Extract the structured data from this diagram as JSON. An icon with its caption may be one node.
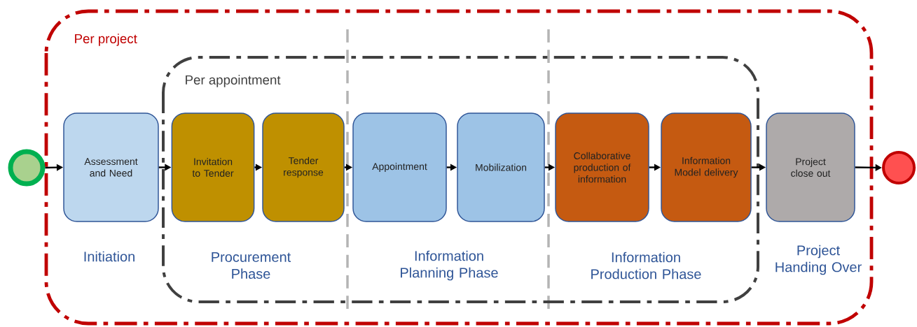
{
  "diagram": {
    "nodes": [
      {
        "text": [
          "Per project"
        ]
      },
      {
        "text": [
          "Per appointment"
        ],
        "in": 0
      },
      {
        "text": [],
        "shape": "circle"
      },
      {
        "text": [
          "Assessment and Need"
        ],
        "in": 0
      },
      {
        "text": [
          "Invitation to Tender"
        ],
        "in": 1
      },
      {
        "text": [
          "Tender response"
        ],
        "in": 1
      },
      {
        "text": [
          "Appointment"
        ],
        "in": 1
      },
      {
        "text": [
          "Mobilization"
        ],
        "in": 1
      },
      {
        "text": [
          "Collaborative production of information"
        ],
        "in": 1
      },
      {
        "text": [
          "Information Model delivery"
        ],
        "in": 1
      },
      {
        "text": [
          "Project close out"
        ],
        "in": 0
      },
      {
        "text": [],
        "shape": "circle"
      }
    ],
    "edges": [
      {
        "from": 2,
        "to": 3,
        "arrow": "to"
      },
      {
        "from": 3,
        "to": 4,
        "arrow": "to"
      },
      {
        "from": 4,
        "to": 5,
        "arrow": "to"
      },
      {
        "from": 5,
        "to": 6,
        "arrow": "to"
      },
      {
        "from": 6,
        "to": 7,
        "arrow": "to"
      },
      {
        "from": 7,
        "to": 8,
        "arrow": "to"
      },
      {
        "from": 8,
        "to": 9,
        "arrow": "to"
      },
      {
        "from": 9,
        "to": 10,
        "arrow": "to"
      },
      {
        "from": 10,
        "to": 11,
        "arrow": "to"
      }
    ],
    "labels": [
      "Initiation",
      "Procurement Phase",
      "Information Planning Phase",
      "Information Production Phase",
      "Project Handing Over"
    ]
  }
}
